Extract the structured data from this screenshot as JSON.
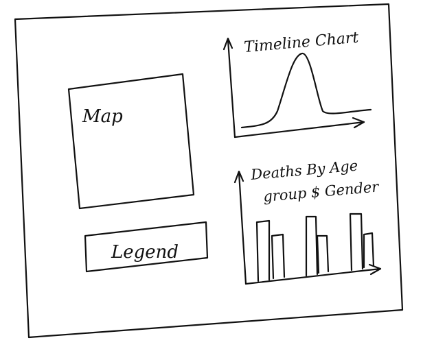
{
  "labels": {
    "map": "Map",
    "legend": "Legend",
    "timeline_title": "Timeline Chart",
    "deaths_title_line1": "Deaths By Age",
    "deaths_title_line2": "group $ Gender"
  },
  "colors": {
    "ink": "#111111",
    "paper": "#ffffff"
  }
}
